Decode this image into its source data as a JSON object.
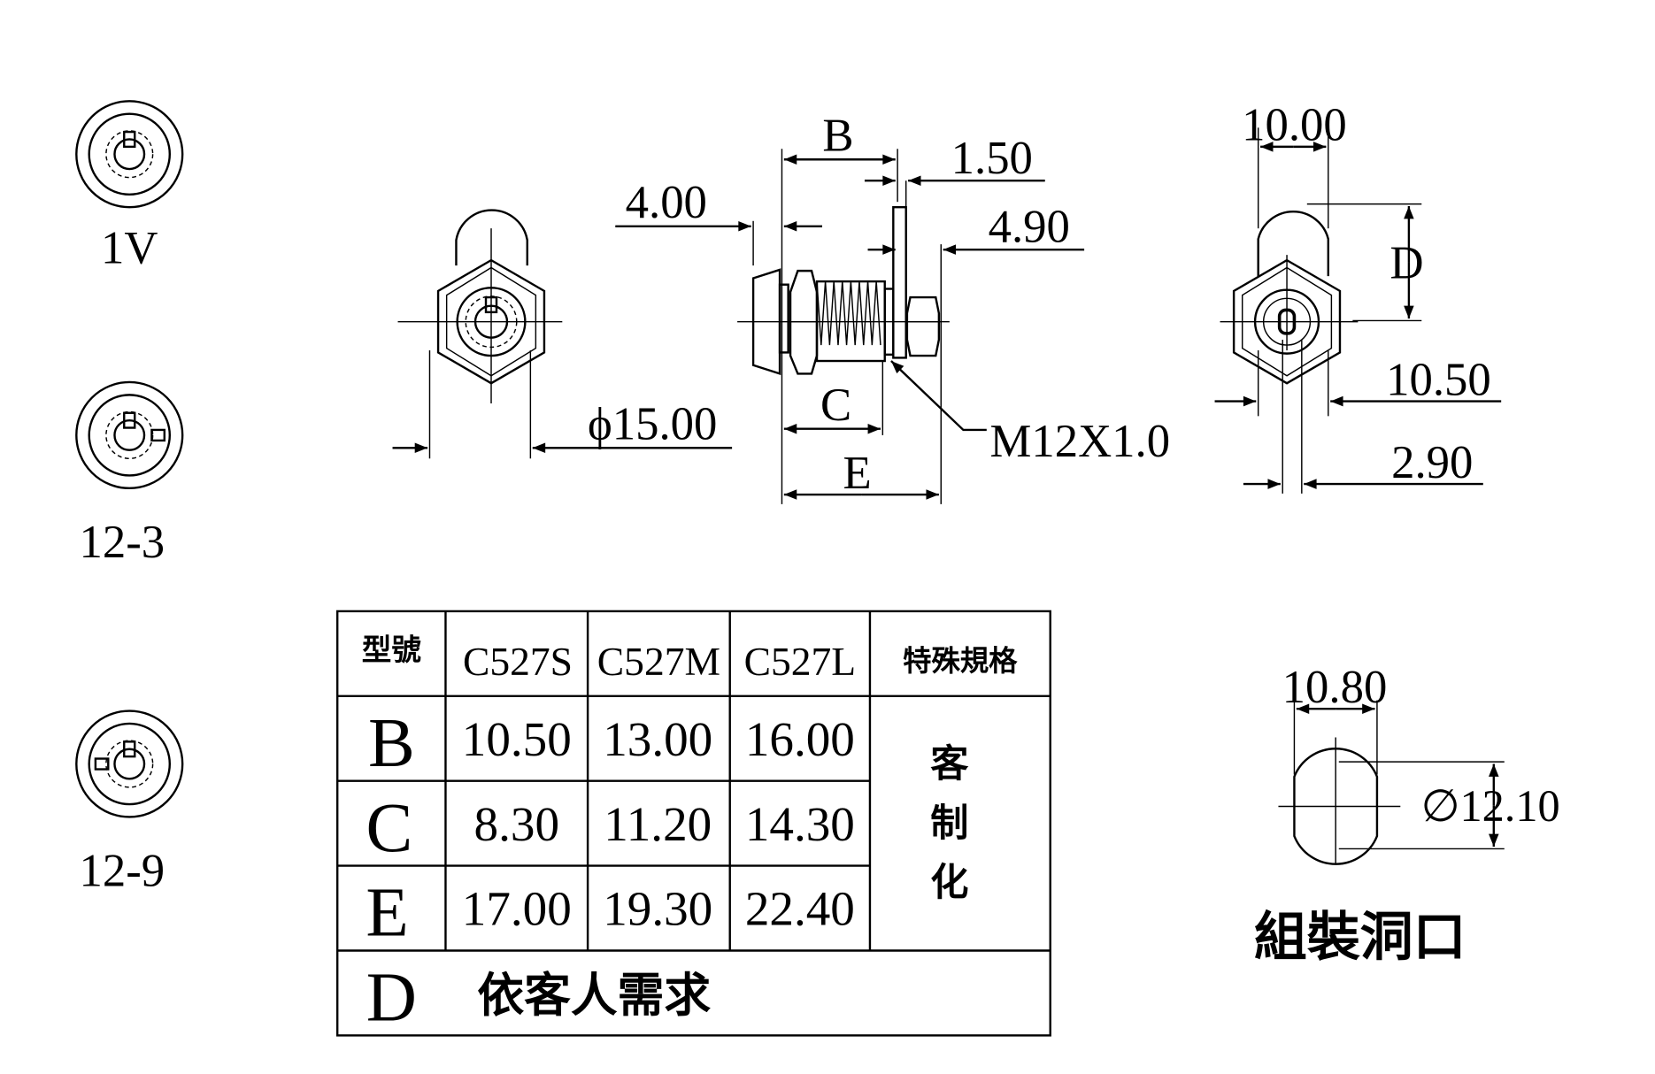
{
  "key_types": [
    {
      "label": "1V"
    },
    {
      "label": "12-3"
    },
    {
      "label": "12-9"
    }
  ],
  "front_view": {
    "diameter_label": "ϕ15.00"
  },
  "side_view": {
    "dim_b": "B",
    "dim_c": "C",
    "dim_e": "E",
    "dim_4_00": "4.00",
    "dim_1_50": "1.50",
    "dim_4_90": "4.90",
    "thread_label": "M12X1.0"
  },
  "rear_view": {
    "dim_10_00": "10.00",
    "dim_d": "D",
    "dim_10_50": "10.50",
    "dim_2_90": "2.90"
  },
  "spec_table": {
    "header": [
      "型號",
      "C527S",
      "C527M",
      "C527L",
      "特殊規格"
    ],
    "rows": [
      {
        "dim": "B",
        "values": [
          "10.50",
          "13.00",
          "16.00"
        ]
      },
      {
        "dim": "C",
        "values": [
          "8.30",
          "11.20",
          "14.30"
        ]
      },
      {
        "dim": "E",
        "values": [
          "17.00",
          "19.30",
          "22.40"
        ]
      }
    ],
    "special_chars": [
      "客",
      "制",
      "化"
    ],
    "d_row": {
      "dim": "D",
      "text": "依客人需求"
    }
  },
  "mount_hole": {
    "width_label": "10.80",
    "diameter_label": "∅12.10",
    "title": "組裝洞口"
  }
}
